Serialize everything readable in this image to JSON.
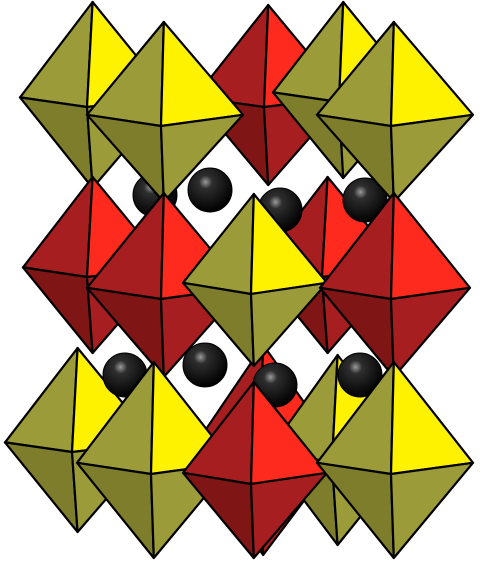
{
  "figure": {
    "kind": "crystal-structure-polyhedral-model",
    "background": "#ffffff",
    "outline_color": "#000000",
    "legend": []
  },
  "palette": {
    "yellow": {
      "light": "#fff200",
      "mid": "#f2e21a",
      "dark": "#9c9b3a",
      "shadow": "#7e7d2c"
    },
    "red": {
      "light": "#ff2a1e",
      "mid": "#ee2a23",
      "dark": "#a71e20",
      "shadow": "#801515"
    },
    "sphere": {
      "base": "#000000",
      "highlight": "#9a9a9a"
    }
  },
  "octahedra": [
    {
      "id": "back-top-1",
      "color": "yellow",
      "row": "top",
      "layer": "back"
    },
    {
      "id": "back-top-2",
      "color": "red",
      "row": "top",
      "layer": "back"
    },
    {
      "id": "back-top-3",
      "color": "yellow",
      "row": "top",
      "layer": "back"
    },
    {
      "id": "back-mid-1",
      "color": "red",
      "row": "middle",
      "layer": "back"
    },
    {
      "id": "back-mid-2",
      "color": "red",
      "row": "middle",
      "layer": "back"
    },
    {
      "id": "back-bot-1",
      "color": "yellow",
      "row": "bottom",
      "layer": "back"
    },
    {
      "id": "back-bot-2",
      "color": "red",
      "row": "bottom",
      "layer": "back"
    },
    {
      "id": "back-bot-3",
      "color": "yellow",
      "row": "bottom",
      "layer": "back"
    },
    {
      "id": "front-top-1",
      "color": "yellow",
      "row": "top",
      "layer": "front"
    },
    {
      "id": "front-top-2",
      "color": "yellow",
      "row": "top",
      "layer": "front"
    },
    {
      "id": "front-mid-1",
      "color": "red",
      "row": "middle",
      "layer": "front"
    },
    {
      "id": "front-mid-2",
      "color": "yellow",
      "row": "middle",
      "layer": "front"
    },
    {
      "id": "front-mid-3",
      "color": "red",
      "row": "middle",
      "layer": "front"
    },
    {
      "id": "front-bot-1",
      "color": "yellow",
      "row": "bottom",
      "layer": "front"
    },
    {
      "id": "front-bot-2",
      "color": "red",
      "row": "bottom",
      "layer": "front"
    },
    {
      "id": "front-bot-3",
      "color": "yellow",
      "row": "bottom",
      "layer": "front"
    }
  ],
  "spheres": [
    {
      "id": "upper-1"
    },
    {
      "id": "upper-2"
    },
    {
      "id": "upper-3"
    },
    {
      "id": "upper-4"
    },
    {
      "id": "lower-1"
    },
    {
      "id": "lower-2"
    },
    {
      "id": "lower-3"
    },
    {
      "id": "lower-4"
    }
  ]
}
